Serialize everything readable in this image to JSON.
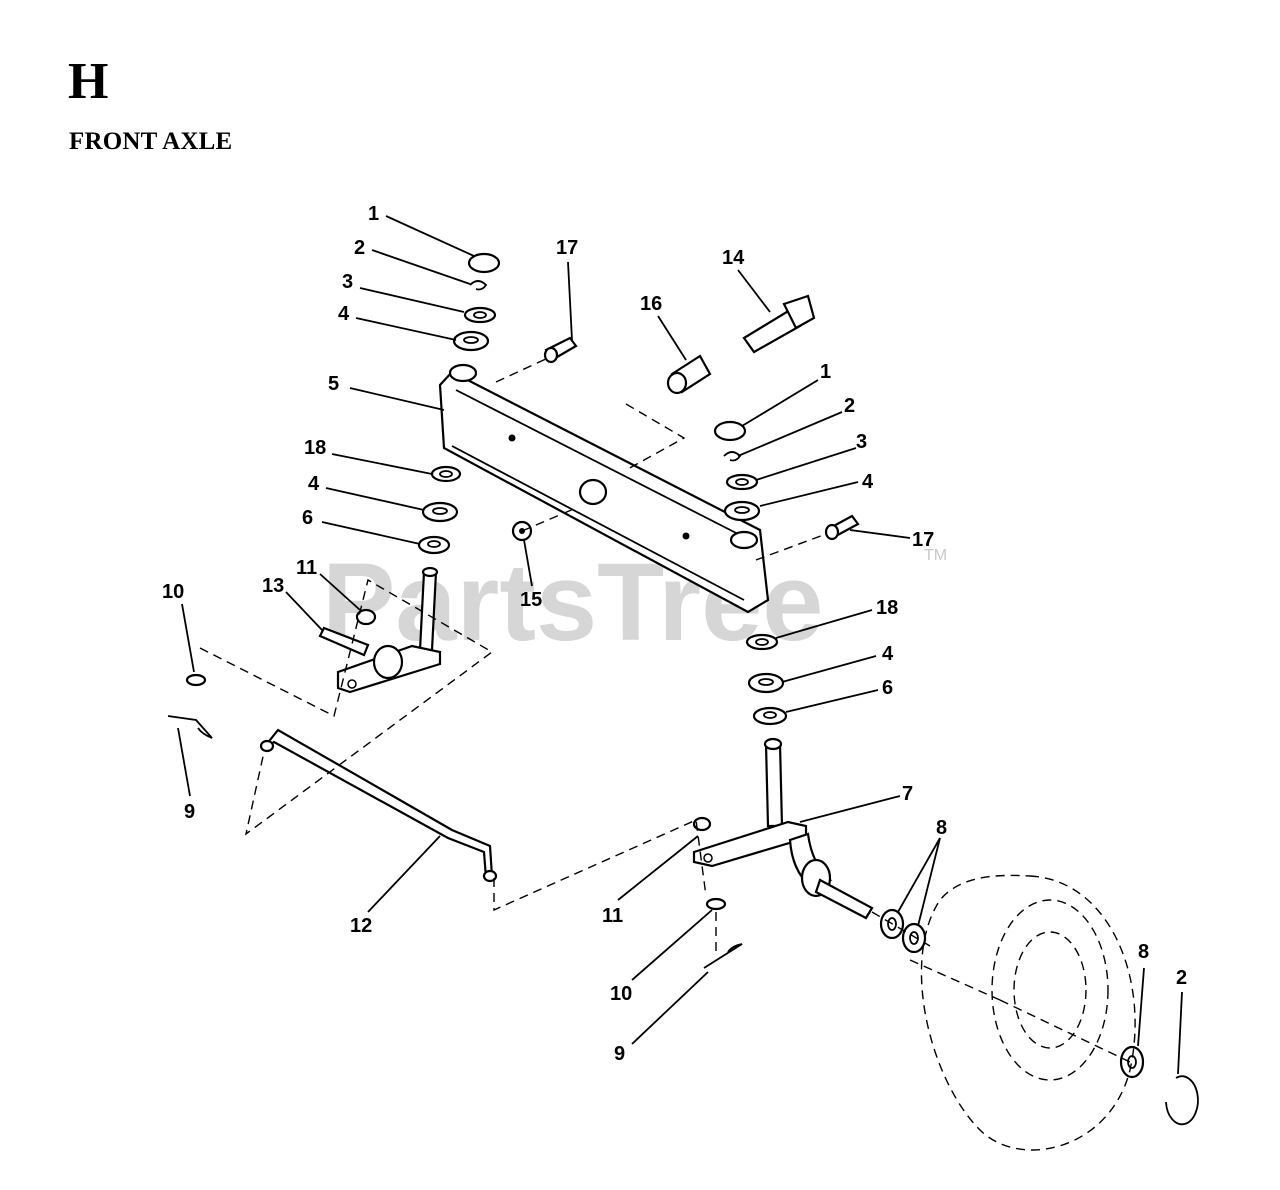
{
  "section": {
    "letter": "H",
    "title": "FRONT AXLE"
  },
  "watermark": {
    "text": "PartsTree",
    "trademark": "TM"
  },
  "callouts": [
    "1",
    "2",
    "3",
    "4",
    "5",
    "18",
    "4",
    "6",
    "11",
    "13",
    "10",
    "9",
    "17",
    "16",
    "14",
    "1",
    "2",
    "3",
    "4",
    "17",
    "15",
    "18",
    "4",
    "6",
    "7",
    "8",
    "12",
    "11",
    "10",
    "9",
    "8",
    "2"
  ]
}
